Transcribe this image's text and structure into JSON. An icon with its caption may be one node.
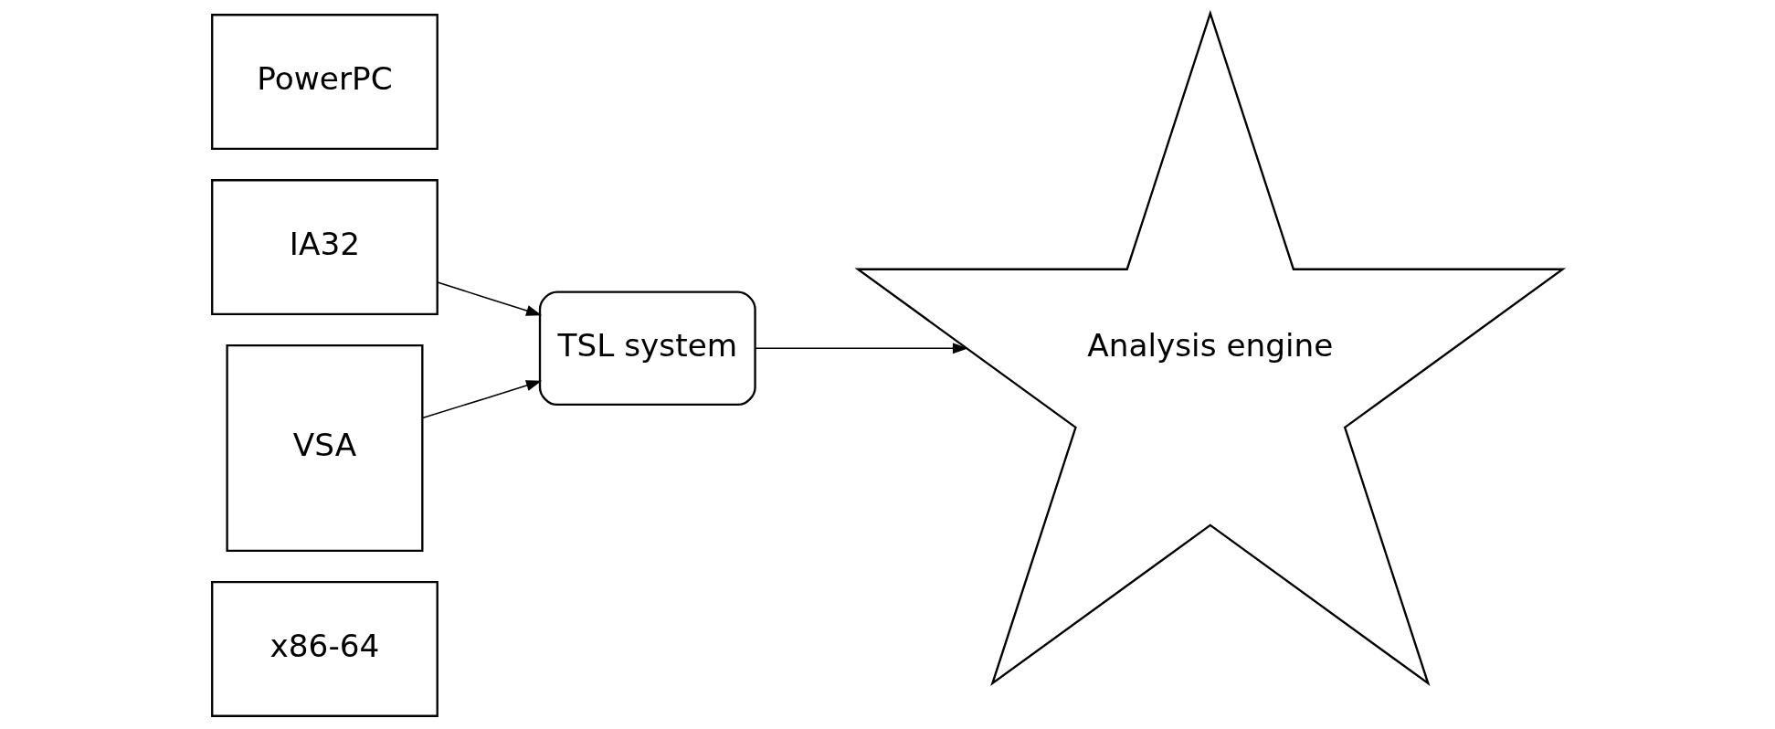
{
  "diagram": {
    "nodes": [
      {
        "text": [
          "x86-64"
        ]
      },
      {
        "text": [
          "IA32"
        ]
      },
      {
        "text": [
          "PowerPC"
        ]
      },
      {
        "text": [
          "VSA"
        ]
      },
      {
        "text": [
          "TSL system"
        ]
      },
      {
        "text": [
          "Analysis engine"
        ]
      }
    ],
    "edges": [
      {
        "from": 1,
        "to": 4,
        "arrow": "to"
      },
      {
        "from": 3,
        "to": 4,
        "arrow": "to"
      },
      {
        "from": 4,
        "to": 5,
        "arrow": "to"
      }
    ]
  }
}
